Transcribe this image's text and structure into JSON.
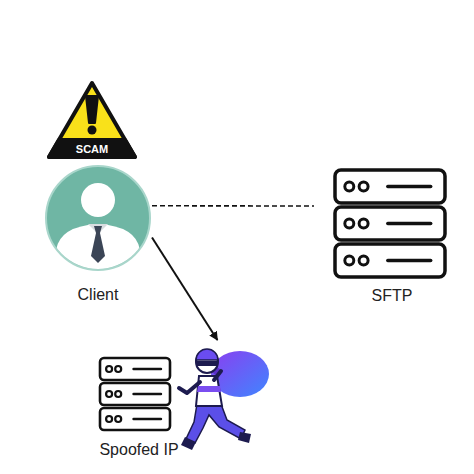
{
  "diagram": {
    "nodes": [
      {
        "text": [
          "SCAM"
        ]
      },
      {
        "text": [
          "Client"
        ]
      },
      {
        "text": [
          "SFTP"
        ]
      },
      {
        "text": [
          "Spoofed IP"
        ]
      }
    ],
    "edges": [
      {
        "from": 1,
        "to": 2,
        "arrow": "none"
      },
      {
        "from": 1,
        "to": 3,
        "arrow": "to"
      }
    ]
  }
}
